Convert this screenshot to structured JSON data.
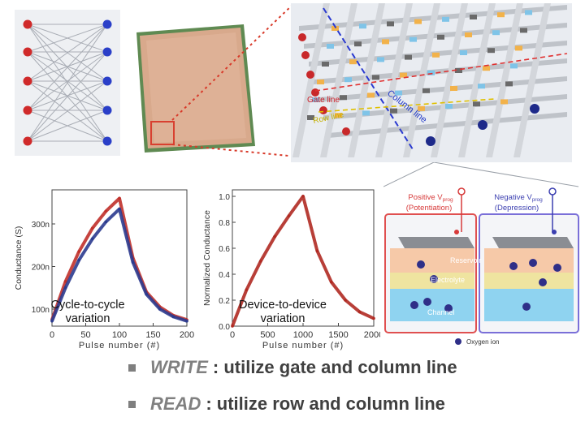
{
  "array_labels": {
    "gate_line": "Gate line",
    "row_line": "Row line",
    "column_line": "Column line"
  },
  "chart_data": [
    {
      "type": "line",
      "title": "",
      "xlabel": "Pulse number (#)",
      "ylabel": "Conductance (S)",
      "xlim": [
        0,
        200
      ],
      "ylim": [
        6e-08,
        3.8e-07
      ],
      "xticks": [
        "0",
        "50",
        "100",
        "150",
        "200"
      ],
      "yticks": [
        "100n",
        "200n",
        "300n"
      ],
      "ytick_values": [
        1e-07,
        2e-07,
        3e-07
      ],
      "annotation": [
        "Cycle-to-cycle",
        "variation"
      ],
      "series": [
        {
          "x": [
            0,
            20,
            40,
            60,
            80,
            100,
            120,
            140,
            160,
            180,
            200
          ],
          "y": [
            7.5e-08,
            1.65e-07,
            2.35e-07,
            2.9e-07,
            3.3e-07,
            3.6e-07,
            2.2e-07,
            1.4e-07,
            1.05e-07,
            8.5e-08,
            7.5e-08
          ]
        },
        {
          "x": [
            0,
            20,
            40,
            60,
            80,
            100,
            120,
            140,
            160,
            180,
            200
          ],
          "y": [
            7.2e-08,
            1.5e-07,
            2.15e-07,
            2.65e-07,
            3.05e-07,
            3.35e-07,
            2.1e-07,
            1.35e-07,
            1e-07,
            8.2e-08,
            7.2e-08
          ]
        }
      ],
      "colors": [
        "#c0302a",
        "#2b3b8f"
      ]
    },
    {
      "type": "line",
      "title": "",
      "xlabel": "Pulse number (#)",
      "ylabel": "Normalized Conductance",
      "xlim": [
        0,
        2000
      ],
      "ylim": [
        0,
        1.05
      ],
      "xticks": [
        "0",
        "500",
        "1000",
        "1500",
        "2000"
      ],
      "yticks": [
        "0.0",
        "0.2",
        "0.4",
        "0.6",
        "0.8",
        "1.0"
      ],
      "ytick_values": [
        0,
        0.2,
        0.4,
        0.6,
        0.8,
        1.0
      ],
      "annotation": [
        "Device-to-device",
        "variation"
      ],
      "series": [
        {
          "x": [
            0,
            200,
            400,
            600,
            800,
            1000,
            1200,
            1400,
            1600,
            1800,
            2000
          ],
          "y": [
            0.0,
            0.28,
            0.5,
            0.69,
            0.85,
            1.0,
            0.58,
            0.34,
            0.2,
            0.11,
            0.06
          ]
        }
      ],
      "colors": [
        "#b02a22",
        "#1a2080"
      ]
    }
  ],
  "mechanism": {
    "positive": {
      "label_main": "Positive V",
      "label_sub": "prog",
      "label_mode": "(Potentiation)"
    },
    "negative": {
      "label_main": "Negative V",
      "label_sub": "prog",
      "label_mode": "(Depression)"
    },
    "layers": [
      "Reservoir",
      "Electrolyte",
      "Channel"
    ],
    "legend": "Oxygen ion",
    "colors": {
      "positive": "#d73a3a",
      "negative": "#3b3fb0"
    }
  },
  "bullets": [
    {
      "keyword": "WRITE",
      "text": ": utilize gate and column line"
    },
    {
      "keyword": "READ",
      "text": ": utilize row and column line"
    }
  ]
}
